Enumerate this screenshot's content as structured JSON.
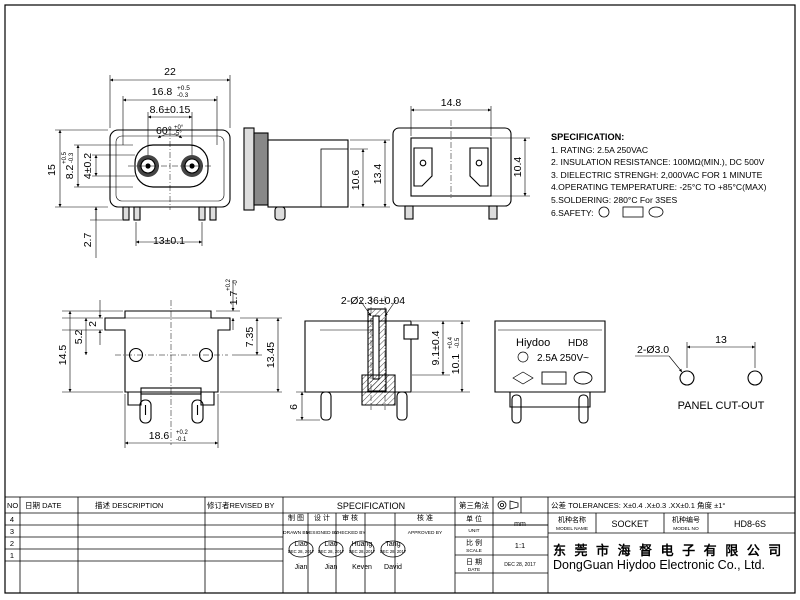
{
  "front_view": {
    "dim_22": "22",
    "dim_16_8": "16.8",
    "dim_16_8_tol_up": "+0.5",
    "dim_16_8_tol_dn": "-0.3",
    "dim_8_6": "8.6±0.15",
    "dim_60": "60°",
    "dim_60_tol_up": "+0°",
    "dim_60_tol_dn": "-5°",
    "dim_15": "15",
    "dim_8_2": "8.2",
    "dim_8_2_tol_up": "+0.5",
    "dim_8_2_tol_dn": "-0.3",
    "dim_4": "4±0.2",
    "dim_2_7": "2.7",
    "dim_13": "13±0.1"
  },
  "side_view": {
    "dim_10_6": "10.6",
    "dim_13_4": "13.4"
  },
  "rear_view": {
    "dim_14_8": "14.8",
    "dim_10_4": "10.4"
  },
  "specification": {
    "heading": "SPECIFICATION:",
    "lines": [
      "1. RATING: 2.5A 250VAC",
      "2. INSULATION RESISTANCE: 100MΩ(MIN.), DC 500V",
      "3. DIELECTRIC STRENGH: 2,000VAC FOR 1 MINUTE",
      "4.OPERATING TEMPERATURE: -25°C TO +85°C(MAX)",
      "5.SOLDERING: 280°C For 3SES",
      "6.SAFETY:"
    ]
  },
  "top_view": {
    "dim_1_7": "1.7",
    "dim_1_7_tol_up": "+0.2",
    "dim_1_7_tol_dn": "-0",
    "dim_5_2": "5.2",
    "dim_2": "2",
    "dim_14_5": "14.5",
    "dim_7_35": "7.35",
    "dim_13_45": "13.45",
    "dim_6": "6",
    "dim_18_6": "18.6",
    "dim_18_6_tol_up": "+0.2",
    "dim_18_6_tol_dn": "-0.1"
  },
  "section_view": {
    "dim_holes": "2-Ø2.36±0.04",
    "dim_9_1": "9.1±0.4",
    "dim_10_1": "10.1",
    "dim_10_1_tol_up": "+0.4",
    "dim_10_1_tol_dn": "-0.5"
  },
  "label_view": {
    "brand": "Hiydoo",
    "model": "HD8",
    "rating": "2.5A 250V~"
  },
  "panel_cutout": {
    "holes": "2-Ø3.0",
    "spacing": "13",
    "title": "PANEL CUT-OUT"
  },
  "title_block": {
    "no": "NO",
    "date_label": "日期 DATE",
    "description_label": "描述 DESCRIPTION",
    "revised_label": "修订者REVISED BY",
    "spec_label": "SPECIFICATION",
    "angle_label": "第三角法",
    "tolerances": "公差 TOLERANCES: X±0.4  .X±0.3  .XX±0.1  角度 ±1°",
    "revisions": [
      "4",
      "3",
      "2",
      "1"
    ],
    "roles": [
      {
        "cn": "制  图",
        "en": "DRAWN BY",
        "name1": "Liao",
        "date": "DEC 28, 2017",
        "name2": "Jian"
      },
      {
        "cn": "设  计",
        "en": "DESIGNED BY",
        "name1": "Liao",
        "date": "DEC 28, 2017",
        "name2": "Jian"
      },
      {
        "cn": "审  核",
        "en": "CHECKED BY",
        "name1": "Huang",
        "date": "DEC 28, 2017",
        "name2": "Keven"
      },
      {
        "cn": "核  准",
        "en": "APPROVED BY",
        "name1": "Tang",
        "date": "DEC 28, 2017",
        "name2": "David"
      }
    ],
    "unit_cn": "单 位",
    "unit_en": "UNIT",
    "unit_value": "mm",
    "scale_cn": "比 例",
    "scale_en": "SCALE",
    "scale_value": "1:1",
    "date_cn": "日 期",
    "date_en": "DATE",
    "date_value": "DEC 28, 2017",
    "model_name_cn": "机种名称",
    "model_name_en": "MODEL NAME",
    "model_name_value": "SOCKET",
    "model_no_cn": "机种编号",
    "model_no_en": "MODEL NO",
    "model_no_value": "HD8-6S"
  },
  "company": {
    "cn": "东 莞 市 海 督 电 子 有 限 公 司",
    "en": "DongGuan Hiydoo Electronic  Co., Ltd."
  }
}
